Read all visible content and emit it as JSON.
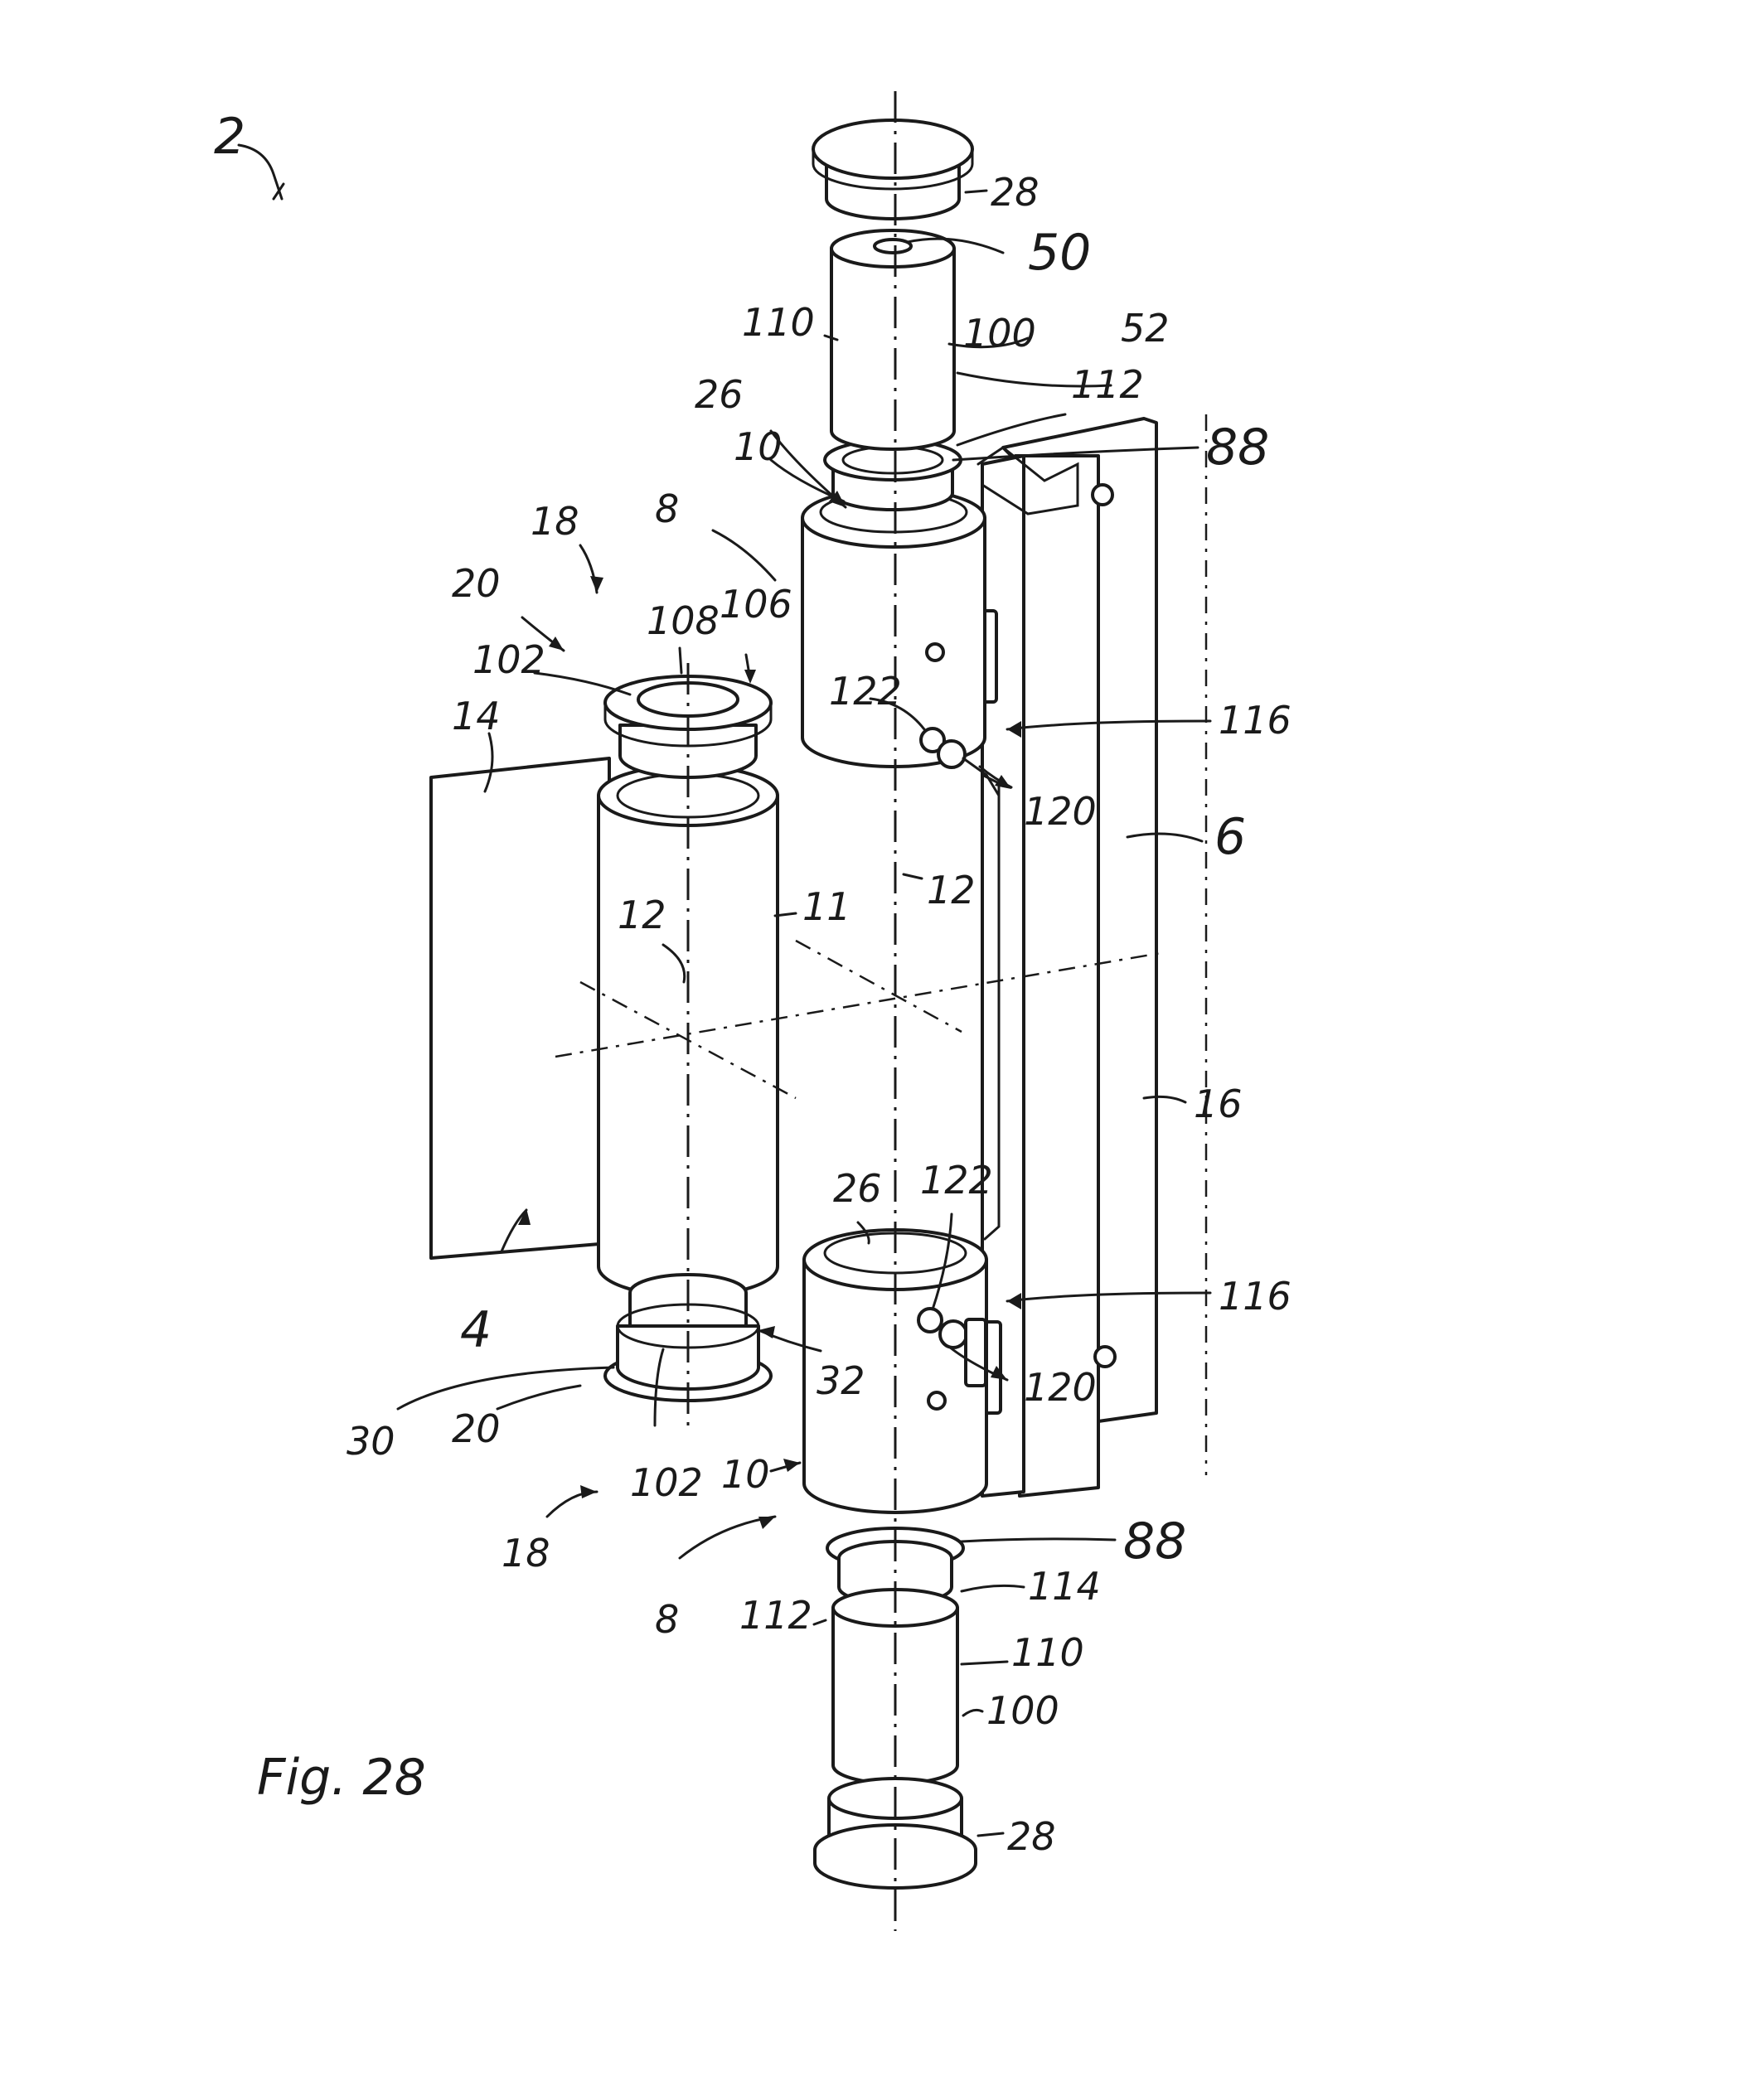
{
  "figure": {
    "caption": "Fig. 28",
    "labels": {
      "assembly": "2",
      "cap": "28",
      "bore": "50",
      "pin": "100",
      "pin_end": "52",
      "pin_body": "110",
      "groove": "112",
      "ring": "88",
      "inner_wall": "26",
      "knuckle": "10",
      "hinge_part_right": "8",
      "hinge_part_left": "18",
      "sleeve": "20",
      "bushing": "102",
      "bushing_bore": "108",
      "flange": "106",
      "leaf_left": "14",
      "nipple": "122",
      "channel": "116",
      "grease_fitting": "120",
      "frame": "6",
      "axis": "12",
      "barrel": "11",
      "plate": "16",
      "wing": "4",
      "bottom_ring": "32",
      "washer": "30",
      "shoulder": "114"
    }
  }
}
